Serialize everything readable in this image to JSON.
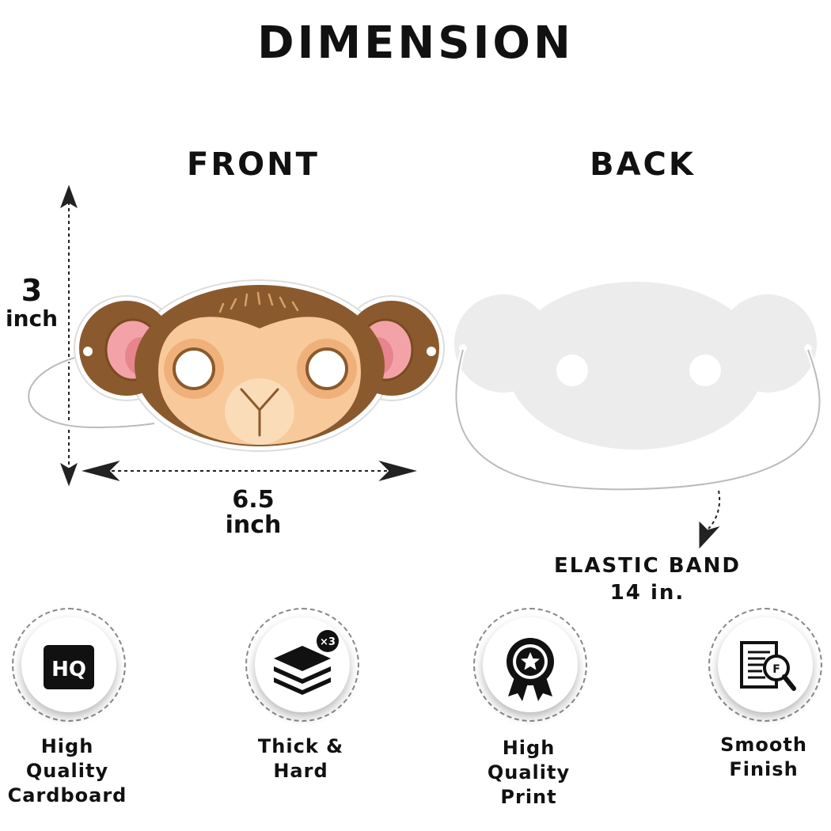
{
  "title": "DIMENSION",
  "front_label": "FRONT",
  "back_label": "BACK",
  "height_dim": {
    "value": "3",
    "unit": "inch"
  },
  "width_dim": {
    "value": "6.5",
    "unit": "inch"
  },
  "elastic": {
    "line1": "ELASTIC BAND",
    "line2": "14 in."
  },
  "features": [
    {
      "icon": "hq-icon",
      "badge": "HQ",
      "lines": [
        "High",
        "Quality",
        "Cardboard"
      ]
    },
    {
      "icon": "layers-icon",
      "badge": "×3",
      "lines": [
        "Thick &",
        "Hard"
      ]
    },
    {
      "icon": "award-ribbon-icon",
      "lines": [
        "High",
        "Quality",
        "Print"
      ]
    },
    {
      "icon": "document-magnifier-icon",
      "lines": [
        "Smooth",
        "Finish"
      ]
    }
  ],
  "colors": {
    "monkey_brown": "#8a5a2e",
    "monkey_face": "#f7c99b",
    "ear_pink": "#f3a3a8",
    "back_gray": "#ececec"
  }
}
